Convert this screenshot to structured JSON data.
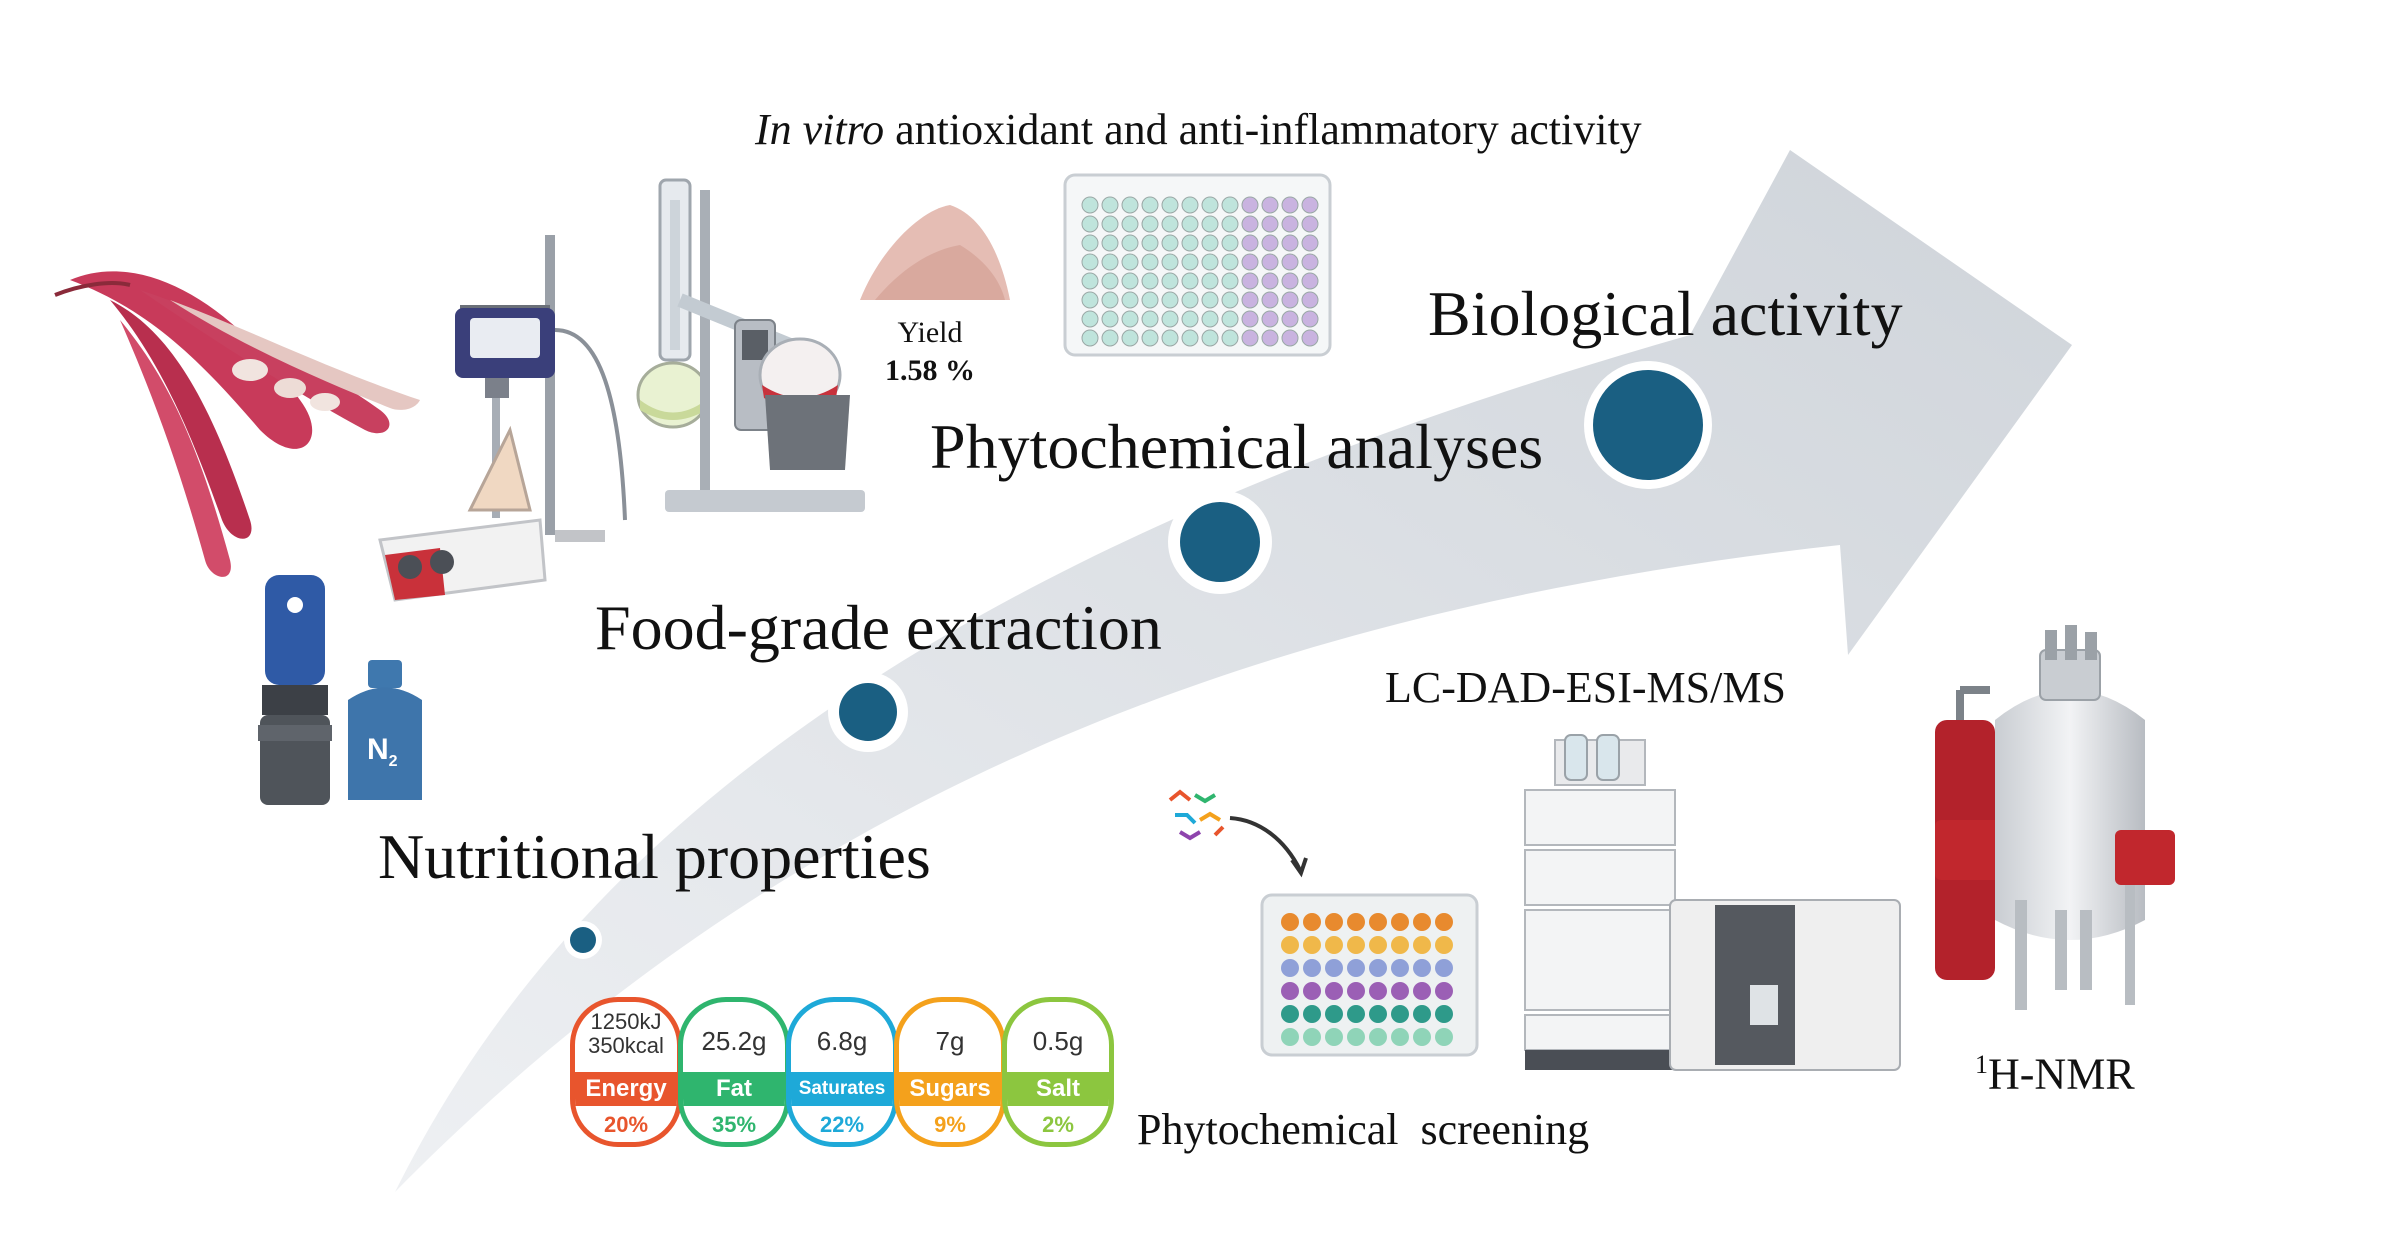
{
  "title_italic": "In vitro",
  "title_rest": " antioxidant and anti-inflammatory activity",
  "steps": {
    "biological": "Biological activity",
    "phytochemical": "Phytochemical analyses",
    "extraction": "Food-grade extraction",
    "nutritional": "Nutritional properties"
  },
  "yield": {
    "label": "Yield",
    "value": "1.58 %"
  },
  "lc_label": "LC-DAD-ESI-MS/MS",
  "screening_label": "Phytochemical  screening",
  "nmr": {
    "sup": "1",
    "label": "H-NMR"
  },
  "n2_label": "N2",
  "nutrition_badges": [
    {
      "top": "1250kJ 350kcal",
      "name": "Energy",
      "pct": "20%",
      "color": "#e8552d"
    },
    {
      "top": "25.2g",
      "name": "Fat",
      "pct": "35%",
      "color": "#2fb56e"
    },
    {
      "top": "6.8g",
      "name": "Saturates",
      "pct": "22%",
      "color": "#1ea9d8"
    },
    {
      "top": "7g",
      "name": "Sugars",
      "pct": "9%",
      "color": "#f4a11c"
    },
    {
      "top": "0.5g",
      "name": "Salt",
      "pct": "2%",
      "color": "#8cc63f"
    }
  ],
  "colors": {
    "arrow": "#d9dde3",
    "dot": "#1a5f82"
  }
}
